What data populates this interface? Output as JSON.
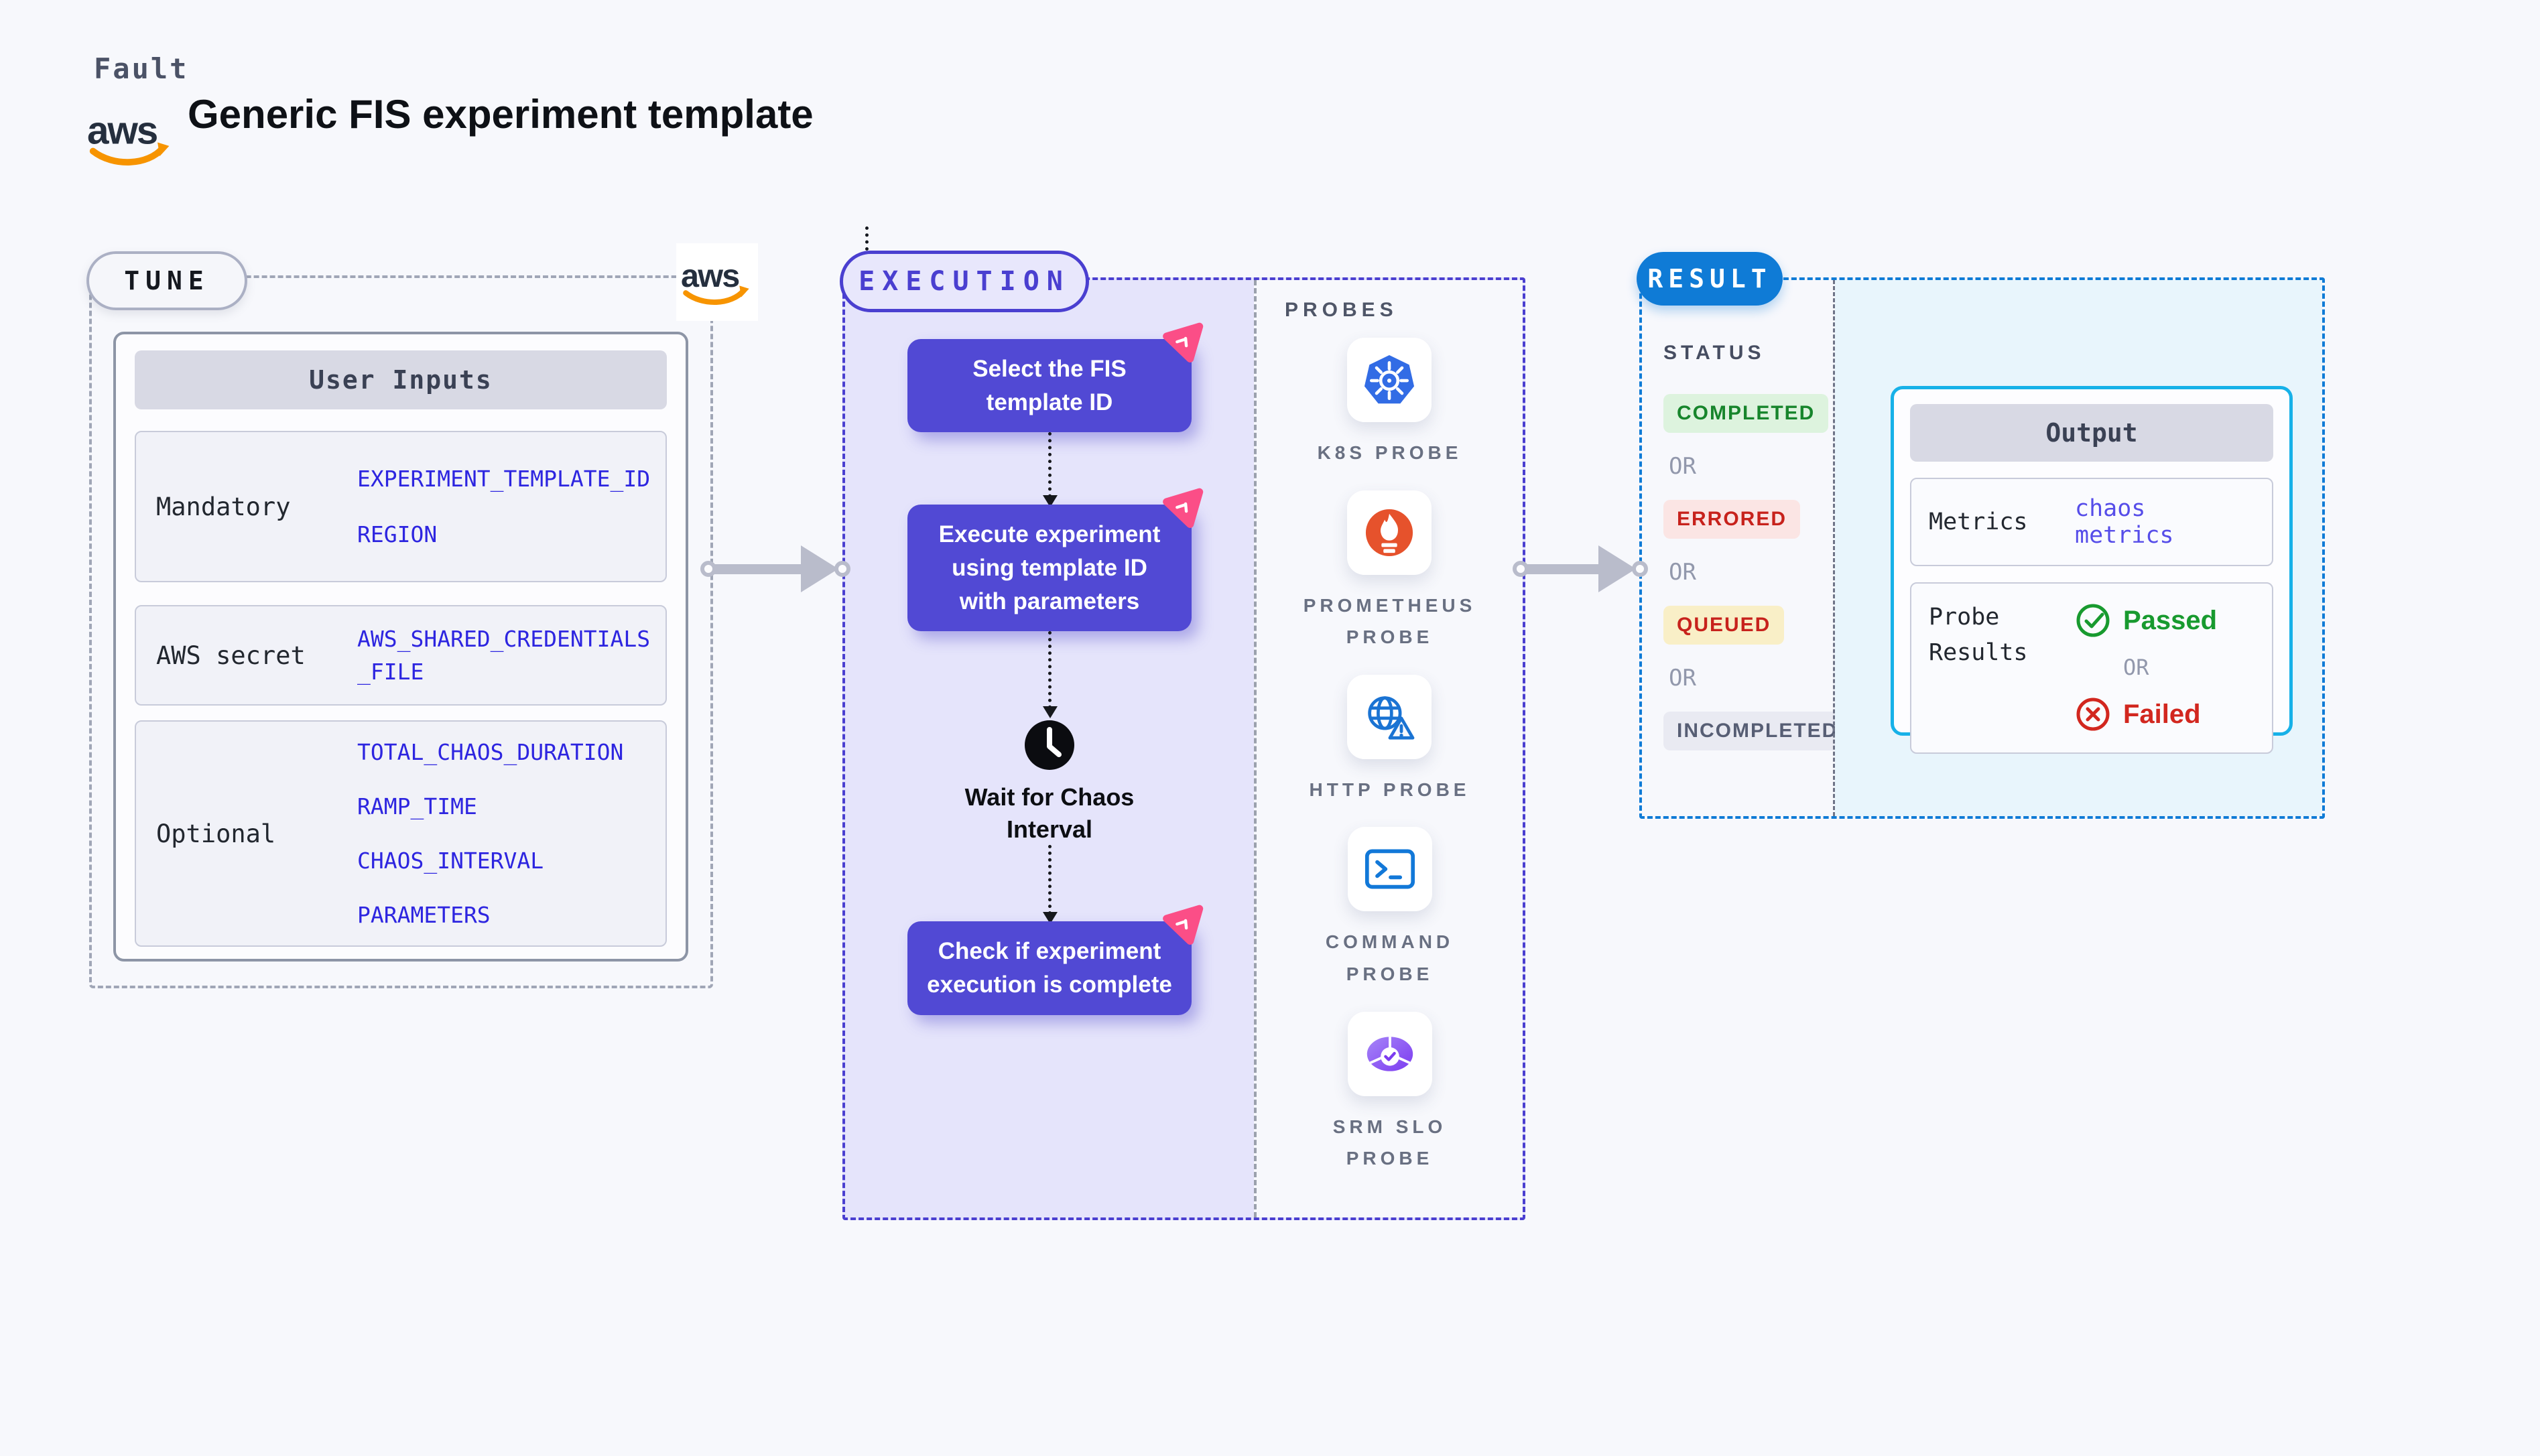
{
  "header": {
    "brand": "Fault",
    "title": "Generic FIS experiment template"
  },
  "tune": {
    "pill": "TUNE",
    "card_header": "User Inputs",
    "rows": [
      {
        "label": "Mandatory",
        "values": [
          "EXPERIMENT_TEMPLATE_ID",
          "REGION"
        ]
      },
      {
        "label": "AWS secret",
        "values": [
          "AWS_SHARED_CREDENTIALS",
          "_FILE"
        ]
      },
      {
        "label": "Optional",
        "values": [
          "TOTAL_CHAOS_DURATION",
          "RAMP_TIME",
          "CHAOS_INTERVAL",
          "PARAMETERS"
        ]
      }
    ]
  },
  "execution": {
    "pill": "EXECUTION",
    "steps": [
      {
        "lines": [
          "Select the FIS",
          "template ID"
        ]
      },
      {
        "lines": [
          "Execute experiment",
          "using template ID",
          "with parameters"
        ]
      },
      {
        "lines": [
          "Check if experiment",
          "execution is complete"
        ]
      }
    ],
    "wait_step": {
      "icon": "clock-icon",
      "lines": [
        "Wait for Chaos",
        "Interval"
      ]
    }
  },
  "probes": {
    "heading": "PROBES",
    "items": [
      {
        "icon": "kubernetes-icon",
        "lines": [
          "K8S PROBE",
          ""
        ]
      },
      {
        "icon": "prometheus-icon",
        "lines": [
          "PROMETHEUS",
          "PROBE"
        ]
      },
      {
        "icon": "http-globe-icon",
        "lines": [
          "HTTP PROBE",
          ""
        ]
      },
      {
        "icon": "terminal-icon",
        "lines": [
          "COMMAND",
          "PROBE"
        ]
      },
      {
        "icon": "slo-pie-icon",
        "lines": [
          "SRM SLO",
          "PROBE"
        ]
      }
    ]
  },
  "result": {
    "pill": "RESULT",
    "status_heading": "STATUS",
    "statuses": [
      {
        "label": "COMPLETED",
        "style": "green"
      },
      {
        "label": "OR",
        "style": "or"
      },
      {
        "label": "ERRORED",
        "style": "red"
      },
      {
        "label": "OR",
        "style": "or"
      },
      {
        "label": "QUEUED",
        "style": "yellow"
      },
      {
        "label": "OR",
        "style": "or"
      },
      {
        "label": "INCOMPLETED",
        "style": "gray"
      }
    ],
    "output": {
      "header": "Output",
      "metrics_label": "Metrics",
      "metrics_value": "chaos metrics",
      "probe_results_label_lines": [
        "Probe",
        "Results"
      ],
      "passed": "Passed",
      "or": "OR",
      "failed": "Failed"
    }
  },
  "colors": {
    "background": "#f7f8fc",
    "execution_accent": "#4a3fd0",
    "step_purple": "#5149d4",
    "litmus_pink": "#fb4e87",
    "result_blue": "#0f7bd6",
    "output_cyan": "#17b1e8",
    "value_blue": "#2d25e0",
    "metrics_blue": "#564de9",
    "passed_green": "#189a2f",
    "failed_red": "#d2271f",
    "completed_badge": "#ddf3de",
    "errored_badge": "#fbe5e4",
    "queued_badge": "#f9efc7",
    "incompleted_badge": "#e9eaf2"
  }
}
